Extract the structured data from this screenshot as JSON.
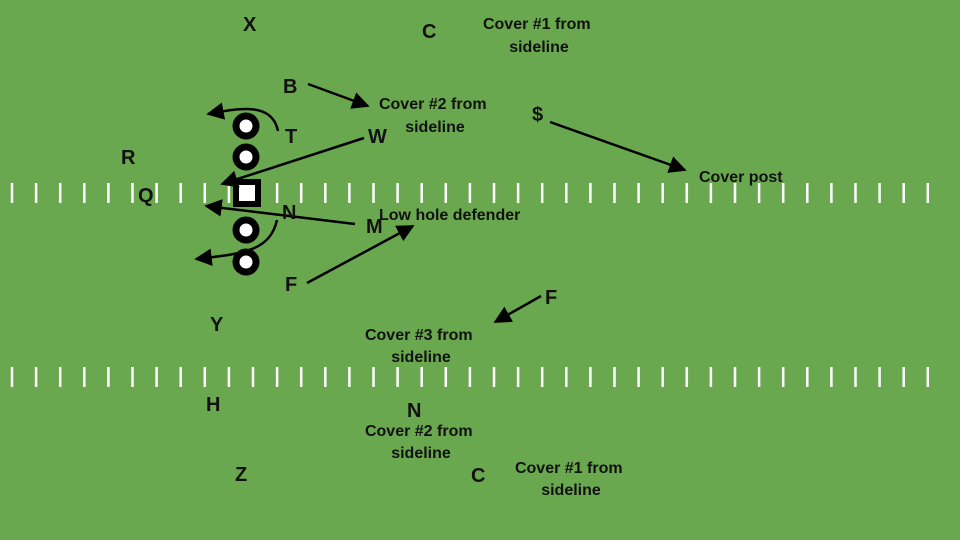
{
  "colors": {
    "field": "#6aa84f",
    "hash": "#ffffff",
    "ink": "#000000"
  },
  "players": {
    "x": "X",
    "c_top": "C",
    "b": "B",
    "t": "T",
    "w": "W",
    "dollar": "$",
    "r": "R",
    "q": "Q",
    "n_top": "N",
    "m": "M",
    "f_left": "F",
    "f_right": "F",
    "y": "Y",
    "h": "H",
    "n_bottom": "N",
    "z": "Z",
    "c_bottom": "C"
  },
  "notes": {
    "cover1_top": [
      "Cover #1 from",
      "sideline"
    ],
    "cover2_top": [
      "Cover #2 from",
      "sideline"
    ],
    "cover_post": "Cover post",
    "low_hole": "Low hole defender",
    "cover3": [
      "Cover #3 from",
      "sideline"
    ],
    "cover2_bottom": [
      "Cover #2 from",
      "sideline"
    ],
    "cover1_bottom": [
      "Cover #1 from",
      "sideline"
    ]
  },
  "icons": {
    "offensive_lineman": "ring-icon",
    "center": "square-icon"
  }
}
